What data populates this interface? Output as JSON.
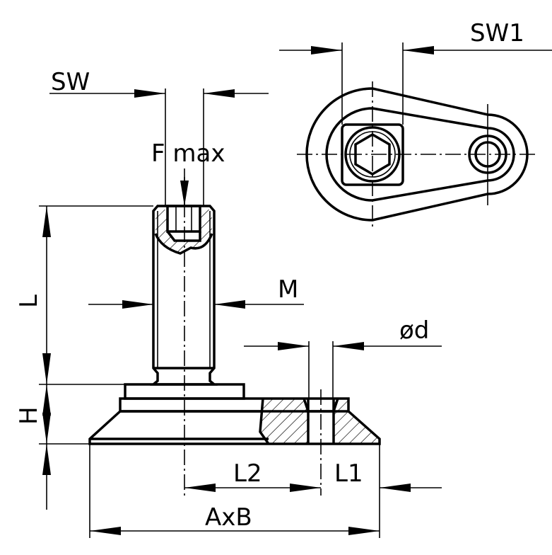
{
  "labels": {
    "sw1": "SW1",
    "sw": "SW",
    "fmax": "F max",
    "m": "M",
    "l": "L",
    "d": "ød",
    "h": "H",
    "l2": "L2",
    "l1": "L1",
    "axb": "AxB"
  }
}
